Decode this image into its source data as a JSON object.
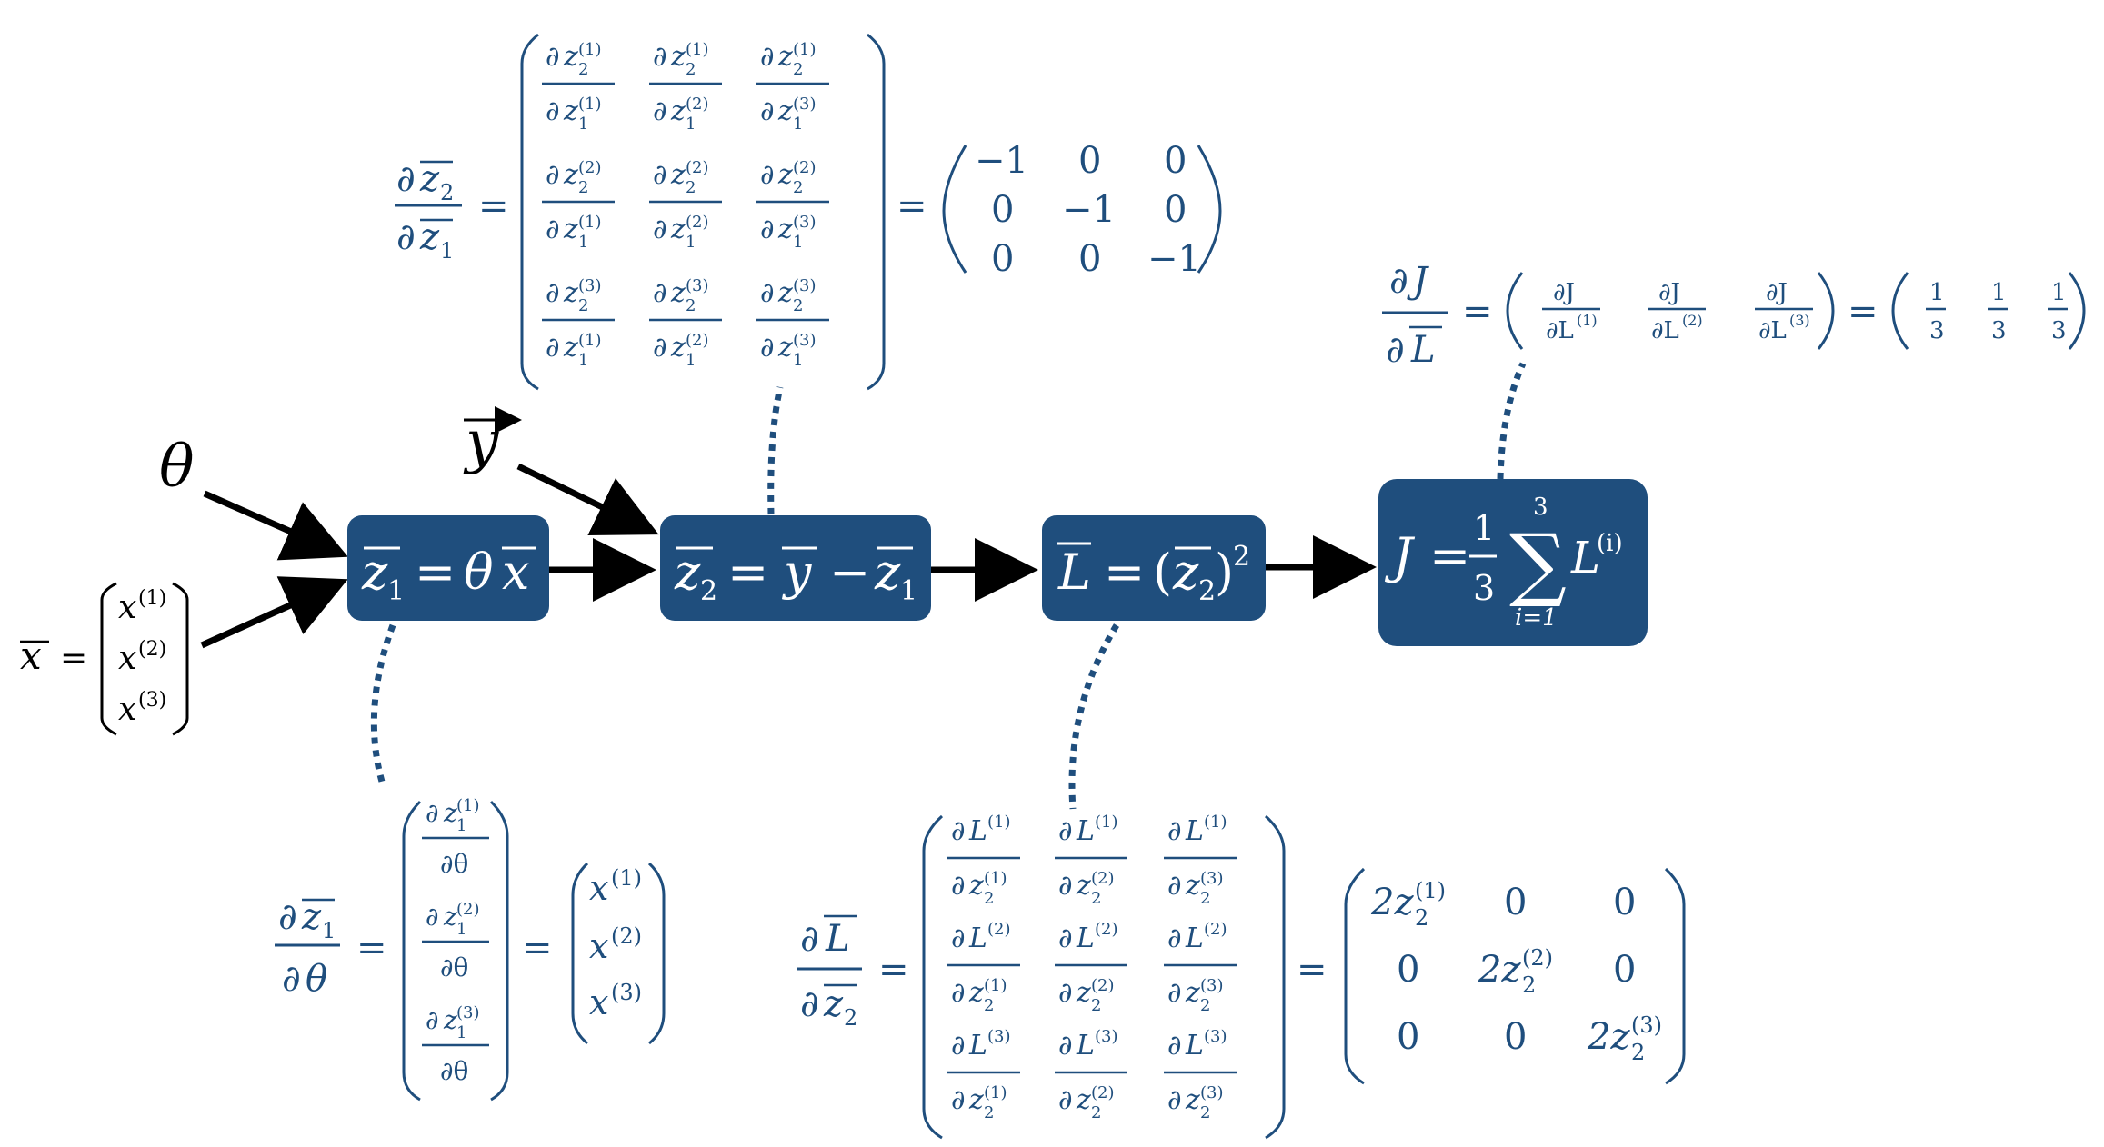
{
  "colors": {
    "node_fill": "#1f4e7d",
    "math": "#1f4e7d",
    "edge": "#000000",
    "node_text": "#ffffff"
  },
  "inputs": {
    "theta": "θ",
    "y": "y",
    "x": "x",
    "x_entries": [
      "x",
      "x",
      "x"
    ],
    "sup": [
      "(1)",
      "(2)",
      "(3)"
    ]
  },
  "nodes": {
    "z1": {
      "lhs": "z",
      "lhs_sub": "1",
      "eq": "=",
      "rhs_a": "θ",
      "rhs_b": "x"
    },
    "z2": {
      "lhs": "z",
      "lhs_sub": "2",
      "eq": "=",
      "rhs_a": "y",
      "minus": "−",
      "rhs_b": "z",
      "rhs_b_sub": "1"
    },
    "L": {
      "lhs": "L",
      "eq": "=",
      "open": "(",
      "z": "z",
      "z_sub": "2",
      "close": ")",
      "pow": "2"
    },
    "J": {
      "lhs": "J",
      "eq": "=",
      "frac_num": "1",
      "frac_den": "3",
      "sum": "∑",
      "sum_top": "3",
      "sum_bottom": "i=1",
      "term": "L",
      "term_sup": "(i)"
    }
  },
  "derivatives": {
    "dz2_dz1": {
      "partial": "∂",
      "num": "z",
      "num_sub": "2",
      "den": "z",
      "den_sub": "1",
      "result": [
        [
          "−1",
          "0",
          "0"
        ],
        [
          "0",
          "−1",
          "0"
        ],
        [
          "0",
          "0",
          "−1"
        ]
      ]
    },
    "dJ_dL": {
      "partial": "∂",
      "num": "J",
      "den": "L",
      "row_num": "∂J",
      "row_den": "∂L",
      "result": [
        "1",
        "1",
        "1"
      ],
      "result_den": "3"
    },
    "dz1_dtheta": {
      "partial": "∂",
      "num": "z",
      "num_sub": "1",
      "den": "θ",
      "entry_den": "∂θ",
      "result": [
        "x",
        "x",
        "x"
      ]
    },
    "dL_dz2": {
      "partial": "∂",
      "num": "L",
      "den": "z",
      "den_sub": "2",
      "result": [
        [
          "2z",
          "0",
          "0"
        ],
        [
          "0",
          "2z",
          "0"
        ],
        [
          "0",
          "0",
          "2z"
        ]
      ]
    }
  },
  "symbols": {
    "equals": "=",
    "partial": "∂",
    "z": "z",
    "L": "L",
    "two": "2"
  }
}
